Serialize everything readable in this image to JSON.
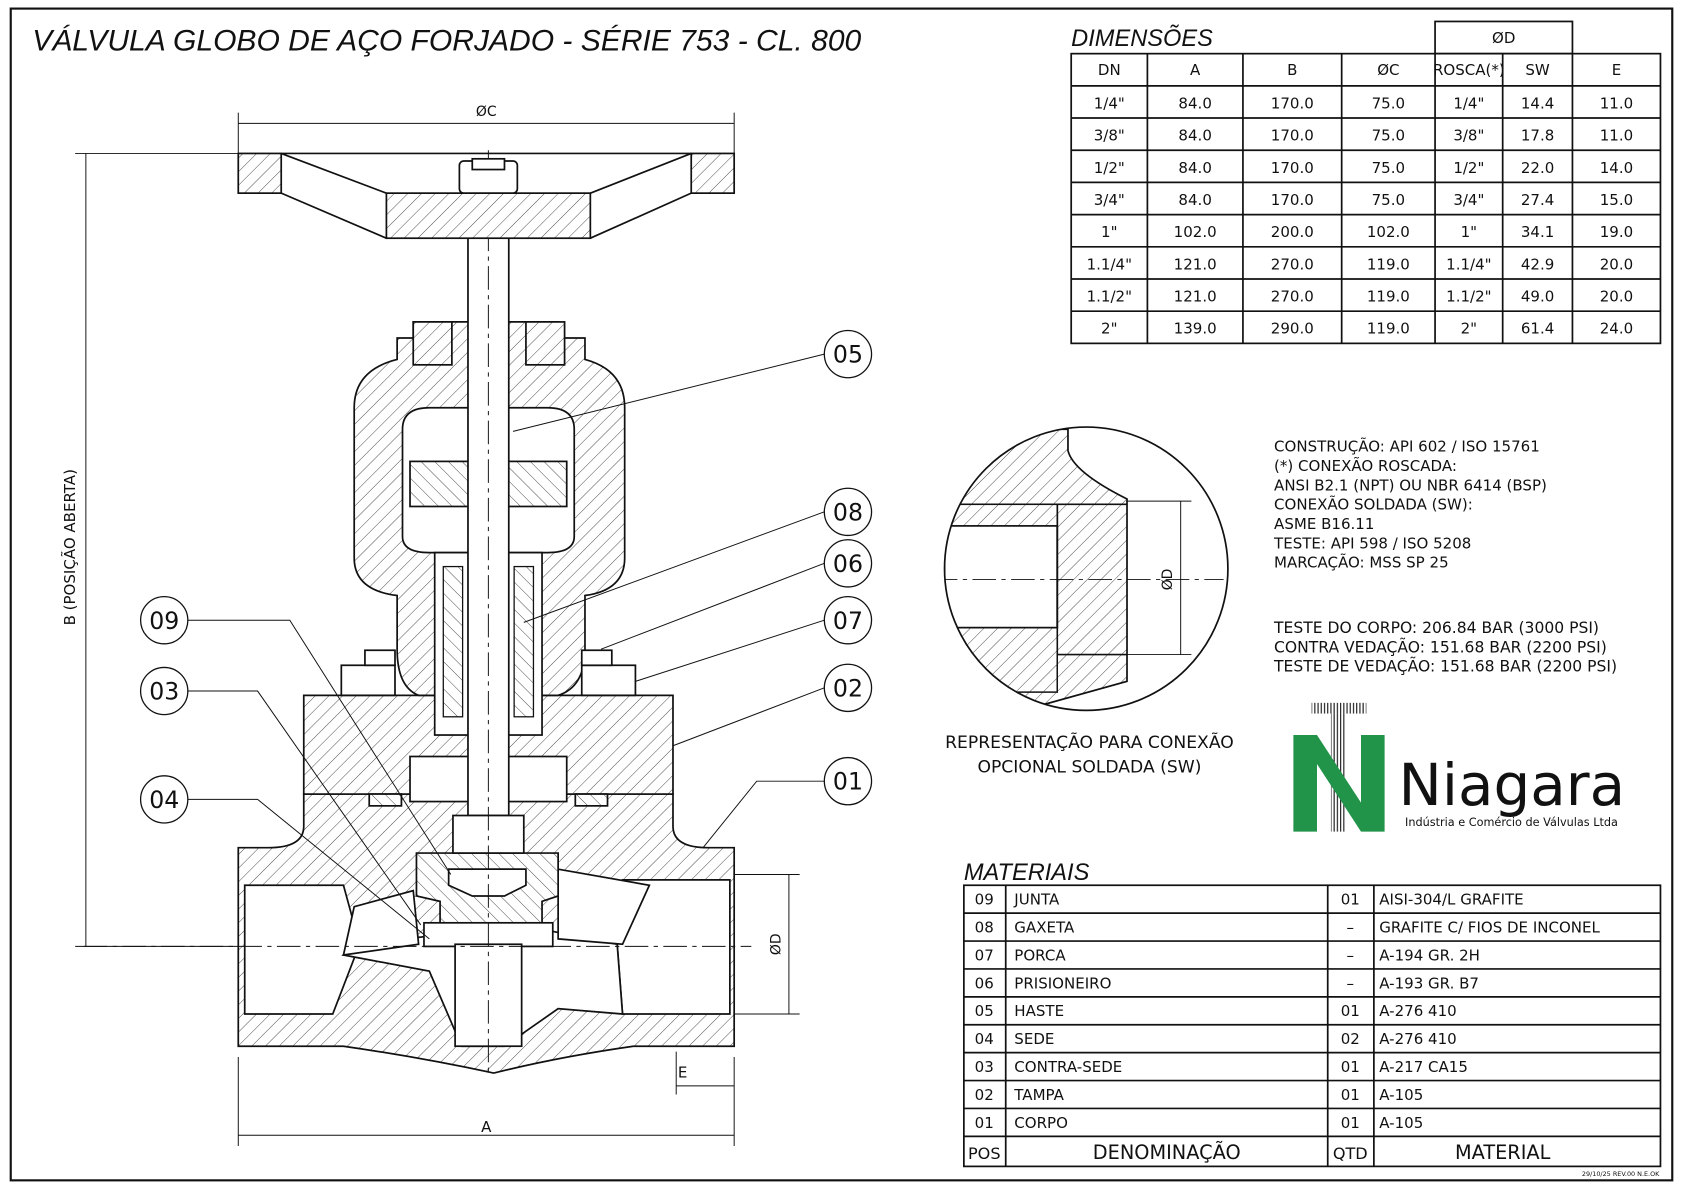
{
  "title": "VÁLVULA GLOBO DE AÇO FORJADO - SÉRIE 753 - CL. 800",
  "drawing": {
    "dim_c": "ØC",
    "dim_b": "B (POSIÇÃO ABERTA)",
    "dim_a": "A",
    "dim_e": "E",
    "dim_d": "ØD",
    "balloons": [
      "05",
      "08",
      "06",
      "07",
      "02",
      "01",
      "09",
      "03",
      "04"
    ]
  },
  "detail": {
    "dim_d": "ØD",
    "caption_line1": "REPRESENTAÇÃO PARA CONEXÃO",
    "caption_line2": "OPCIONAL SOLDADA (SW)"
  },
  "dimensions": {
    "title": "DIMENSÕES",
    "group_header": "ØD",
    "headers": [
      "DN",
      "A",
      "B",
      "ØC",
      "ROSCA(*)",
      "SW",
      "E"
    ],
    "rows": [
      [
        "1/4\"",
        "84.0",
        "170.0",
        "75.0",
        "1/4\"",
        "14.4",
        "11.0"
      ],
      [
        "3/8\"",
        "84.0",
        "170.0",
        "75.0",
        "3/8\"",
        "17.8",
        "11.0"
      ],
      [
        "1/2\"",
        "84.0",
        "170.0",
        "75.0",
        "1/2\"",
        "22.0",
        "14.0"
      ],
      [
        "3/4\"",
        "84.0",
        "170.0",
        "75.0",
        "3/4\"",
        "27.4",
        "15.0"
      ],
      [
        "1\"",
        "102.0",
        "200.0",
        "102.0",
        "1\"",
        "34.1",
        "19.0"
      ],
      [
        "1.1/4\"",
        "121.0",
        "270.0",
        "119.0",
        "1.1/4\"",
        "42.9",
        "20.0"
      ],
      [
        "1.1/2\"",
        "121.0",
        "270.0",
        "119.0",
        "1.1/2\"",
        "49.0",
        "20.0"
      ],
      [
        "2\"",
        "139.0",
        "290.0",
        "119.0",
        "2\"",
        "61.4",
        "24.0"
      ]
    ]
  },
  "notes": [
    "CONSTRUÇÃO: API 602 / ISO 15761",
    "(*) CONEXÃO ROSCADA:",
    "ANSI B2.1 (NPT) OU NBR 6414 (BSP)",
    "CONEXÃO SOLDADA (SW):",
    "ASME B16.11",
    "TESTE: API 598 / ISO 5208",
    "MARCAÇÃO: MSS SP 25"
  ],
  "tests": [
    "TESTE DO CORPO: 206.84 BAR (3000 PSI)",
    "CONTRA VEDAÇÃO: 151.68 BAR (2200 PSI)",
    "TESTE DE VEDAÇÃO: 151.68 BAR (2200 PSI)"
  ],
  "logo": {
    "name": "Niagara",
    "tagline": "Indústria e Comércio de Válvulas Ltda",
    "color": "#22944a"
  },
  "materials": {
    "title": "MATERIAIS",
    "headers": [
      "POS",
      "DENOMINAÇÃO",
      "QTD",
      "MATERIAL"
    ],
    "rows": [
      [
        "09",
        "JUNTA",
        "01",
        "AISI-304/L GRAFITE"
      ],
      [
        "08",
        "GAXETA",
        "–",
        "GRAFITE C/ FIOS DE INCONEL"
      ],
      [
        "07",
        "PORCA",
        "–",
        "A-194 GR. 2H"
      ],
      [
        "06",
        "PRISIONEIRO",
        "–",
        "A-193 GR. B7"
      ],
      [
        "05",
        "HASTE",
        "01",
        "A-276 410"
      ],
      [
        "04",
        "SEDE",
        "02",
        "A-276 410"
      ],
      [
        "03",
        "CONTRA-SEDE",
        "01",
        "A-217 CA15"
      ],
      [
        "02",
        "TAMPA",
        "01",
        "A-105"
      ],
      [
        "01",
        "CORPO",
        "01",
        "A-105"
      ]
    ]
  },
  "footer": "29/10/25 REV.00 N.E.OK"
}
